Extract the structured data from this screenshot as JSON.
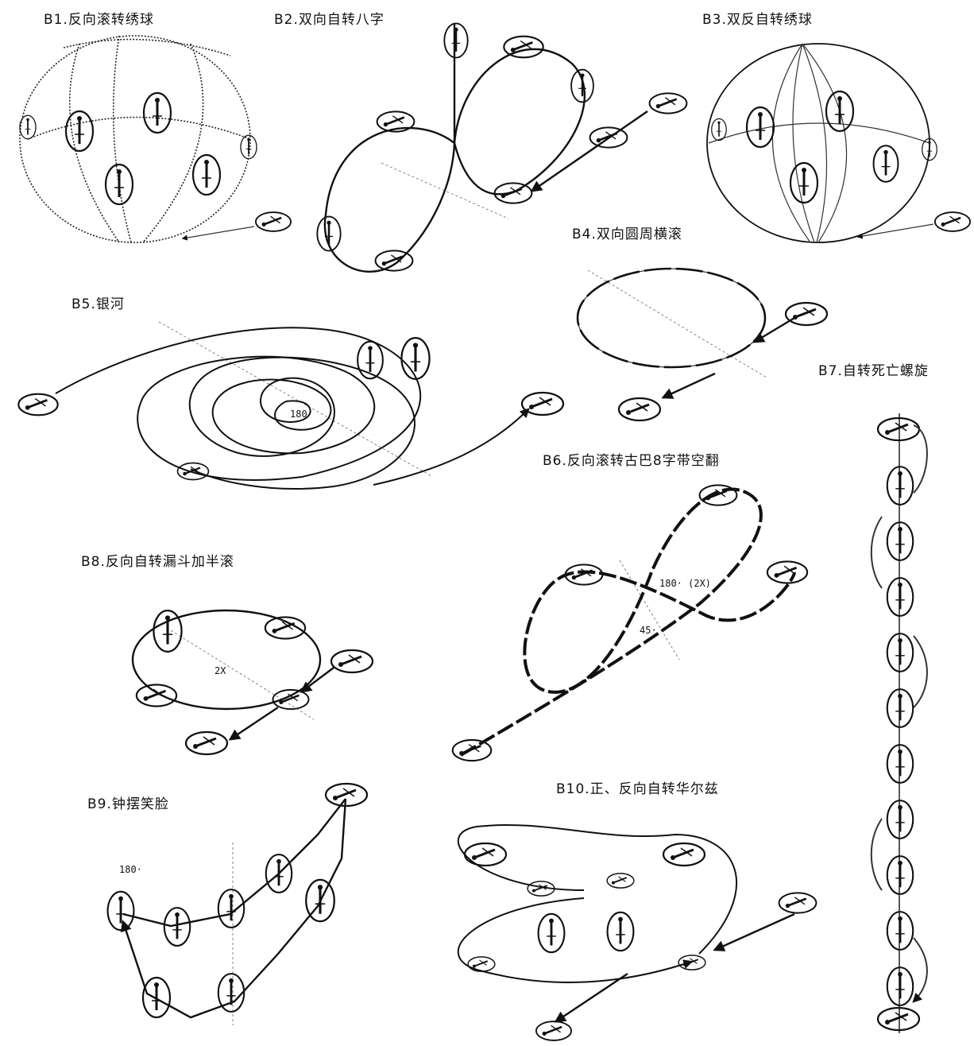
{
  "figures": [
    {
      "id": "B1",
      "label": "B1.反向滚转绣球"
    },
    {
      "id": "B2",
      "label": "B2.双向自转八字"
    },
    {
      "id": "B3",
      "label": "B3.双反自转绣球"
    },
    {
      "id": "B4",
      "label": "B4.双向圆周横滚"
    },
    {
      "id": "B5",
      "label": "B5.银河",
      "annotation": "180"
    },
    {
      "id": "B6",
      "label": "B6.反向滚转古巴8字带空翻",
      "annotation_angle": "180· (2X)",
      "annotation_cross": "45·"
    },
    {
      "id": "B7",
      "label": "B7.自转死亡螺旋"
    },
    {
      "id": "B8",
      "label": "B8.反向自转漏斗加半滚",
      "annotation": "2X"
    },
    {
      "id": "B9",
      "label": "B9.钟摆笑脸",
      "annotation": "180·"
    },
    {
      "id": "B10",
      "label": "B10.正、反向自转华尔兹"
    }
  ]
}
